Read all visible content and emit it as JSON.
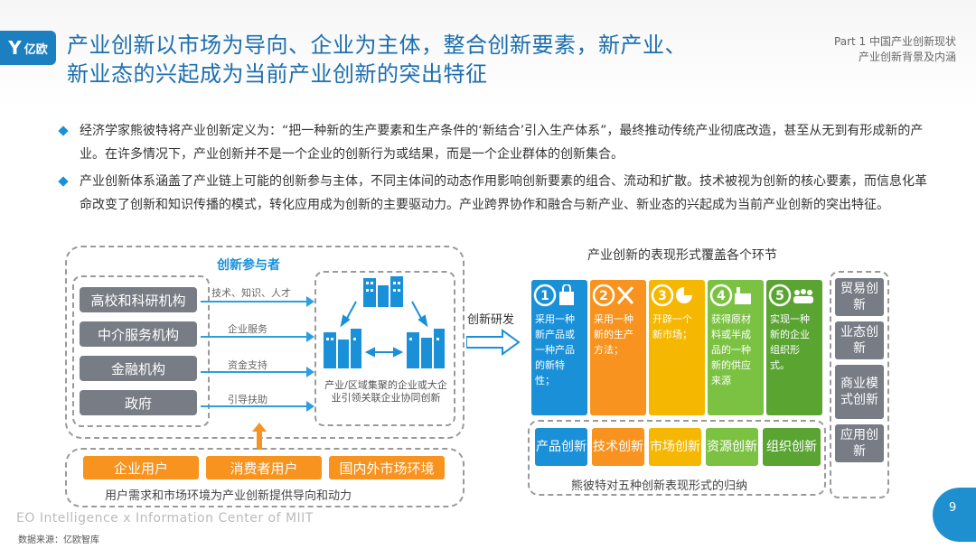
{
  "header": {
    "logo_glyph": "Y",
    "logo_text": "亿欧",
    "title_line1": "产业创新以市场为导向、企业为主体，整合创新要素，新产业、",
    "title_line2": "新业态的兴起成为当前产业创新的突出特征",
    "part_line1": "Part 1 中国产业创新现状",
    "part_line2": "产业创新背景及内涵"
  },
  "bullets": [
    "经济学家熊彼特将产业创新定义为：“把一种新的生产要素和生产条件的‘新结合’引入生产体系”，最终推动传统产业彻底改造，甚至从无到有形成新的产业。在许多情况下，产业创新并不是一个企业的创新行为或结果，而是一个企业群体的创新集合。",
    "产业创新体系涵盖了产业链上可能的创新参与主体，不同主体间的动态作用影响创新要素的组合、流动和扩散。技术被视为创新的核心要素，而信息化革命改变了创新和知识传播的模式，转化应用成为创新的主要驱动力。产业跨界协作和融合与新产业、新业态的兴起成为当前产业创新的突出特征。"
  ],
  "left_diagram": {
    "title": "创新参与者",
    "participants": [
      "高校和科研机构",
      "中介服务机构",
      "金融机构",
      "政府"
    ],
    "flows": [
      "技术、知识、人才",
      "企业服务",
      "资金支持",
      "引导扶助"
    ],
    "cluster_text": "产业/区域集聚的企业或大企业引领关联企业协同创新",
    "bottom_items": [
      "企业用户",
      "消费者用户",
      "国内外市场环境"
    ],
    "bottom_caption": "用户需求和市场环境为产业创新提供导向和动力",
    "arrow_label": "创新研发"
  },
  "right_diagram": {
    "title": "产业创新的表现形式覆盖各个环节",
    "steps": [
      {
        "num": "1",
        "text": "采用一种新产品或一种产品的新特性；",
        "color": "#1a90d8"
      },
      {
        "num": "2",
        "text": "采用一种新的生产方法；",
        "color": "#f7931e"
      },
      {
        "num": "3",
        "text": "开辟一个新市场；",
        "color": "#f5b700"
      },
      {
        "num": "4",
        "text": "获得原材料或半成品的一种新的供应来源",
        "color": "#7cc242"
      },
      {
        "num": "5",
        "text": "实现一种新的企业组织形式。",
        "color": "#5aa532"
      }
    ],
    "innovations": [
      {
        "label": "产品创新",
        "color": "#1a90d8"
      },
      {
        "label": "技术创新",
        "color": "#f7931e"
      },
      {
        "label": "市场创新",
        "color": "#f5b700"
      },
      {
        "label": "资源创新",
        "color": "#7cc242"
      },
      {
        "label": "组织创新",
        "color": "#5aa532"
      }
    ],
    "bottom_caption": "熊彼特对五种创新表现形式的归纳",
    "side_boxes": [
      "贸易创新",
      "业态创新",
      "商业模式创新",
      "应用创新"
    ]
  },
  "footer": {
    "org": "EO Intelligence  x  Information Center of MIIT",
    "source": "数据来源：亿欧智库",
    "page": "9"
  }
}
